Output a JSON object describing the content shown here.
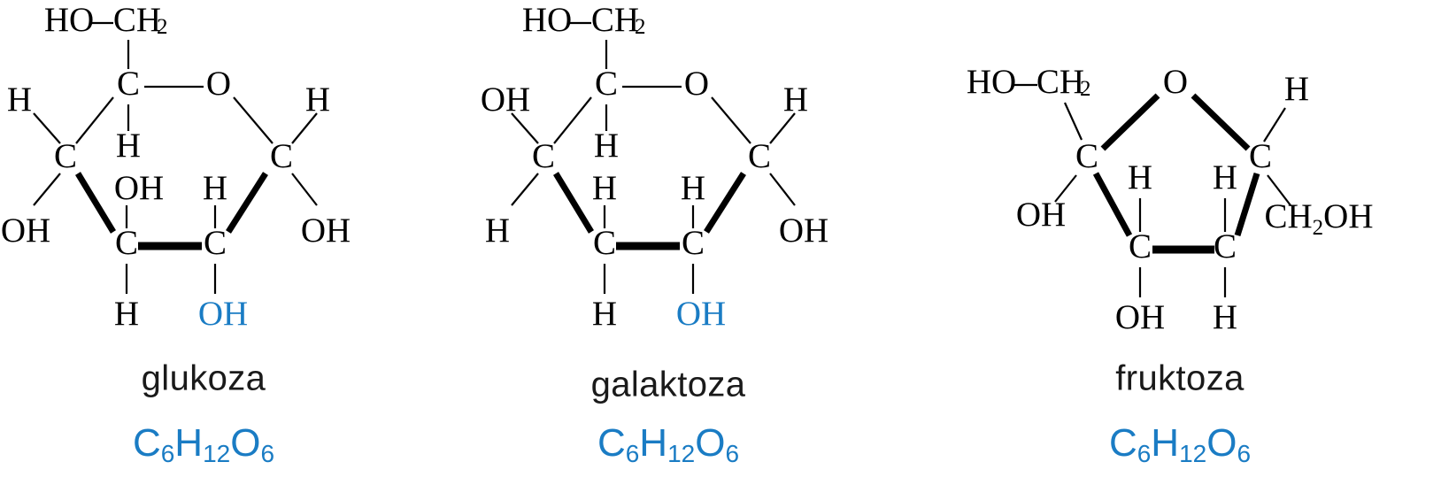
{
  "page": {
    "background": "#ffffff",
    "title": "Monosaccharide Haworth projections",
    "accent_blue": "#1a7cc4",
    "text_black": "#000000"
  },
  "molecules": [
    {
      "id": "glucose",
      "name": "glukoza",
      "formula": {
        "element1": "C",
        "sub1": "6",
        "element2": "H",
        "sub2": "12",
        "element3": "O",
        "sub3": "6"
      },
      "ring_type": "pyranose",
      "atoms": {
        "ring_c5": "C",
        "ring_o": "O",
        "ring_c4": "C",
        "ring_c1": "C",
        "ring_c3": "C",
        "ring_c2": "C"
      },
      "substituents": {
        "exo_ho": "HO",
        "exo_ch2": "CH",
        "exo_ch2_sub": "2",
        "c5_h_down": "H",
        "c4_up": "H",
        "c4_down": "OH",
        "c1_up": "H",
        "c1_down": "OH",
        "c3_up": "OH",
        "c3_down": "H",
        "c2_up": "H",
        "c2_down": "OH",
        "c2_down_color": "#1a7cc4"
      }
    },
    {
      "id": "galactose",
      "name": "galaktoza",
      "formula": {
        "element1": "C",
        "sub1": "6",
        "element2": "H",
        "sub2": "12",
        "element3": "O",
        "sub3": "6"
      },
      "ring_type": "pyranose",
      "atoms": {
        "ring_c5": "C",
        "ring_o": "O",
        "ring_c4": "C",
        "ring_c1": "C",
        "ring_c3": "C",
        "ring_c2": "C"
      },
      "substituents": {
        "exo_ho": "HO",
        "exo_ch2": "CH",
        "exo_ch2_sub": "2",
        "c5_h_down": "H",
        "c4_up": "OH",
        "c4_down": "H",
        "c1_up": "H",
        "c1_down": "OH",
        "c3_up": "H",
        "c3_down": "H",
        "c2_up": "H",
        "c2_down": "OH",
        "c2_down_color": "#1a7cc4"
      }
    },
    {
      "id": "fructose",
      "name": "fruktoza",
      "formula": {
        "element1": "C",
        "sub1": "6",
        "element2": "H",
        "sub2": "12",
        "element3": "O",
        "sub3": "6"
      },
      "ring_type": "furanose",
      "atoms": {
        "ring_o": "O",
        "ring_c2": "C",
        "ring_c5": "C",
        "ring_c3": "C",
        "ring_c4": "C"
      },
      "substituents": {
        "exo_ho": "HO",
        "exo_ch2": "CH",
        "exo_ch2_sub": "2",
        "c2_oh_left": "OH",
        "c5_h_up": "H",
        "c5_ch2oh": "CH",
        "c5_ch2oh_sub": "2",
        "c5_ch2oh_tail": "OH",
        "c3_up": "H",
        "c3_down": "OH",
        "c4_up": "H",
        "c4_down": "H"
      }
    }
  ]
}
